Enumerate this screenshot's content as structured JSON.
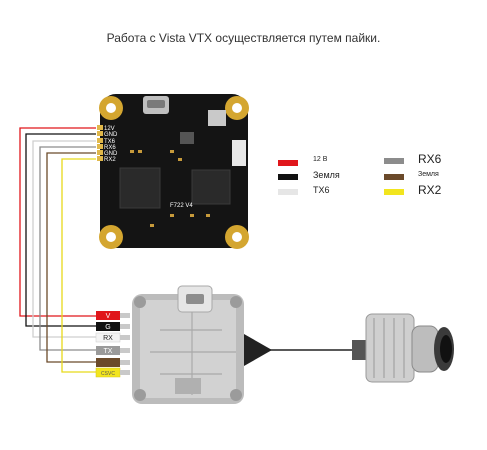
{
  "title": "Работа с Vista VTX осуществляется путем пайки.",
  "fc": {
    "model": "F722 V4",
    "pad_labels": [
      "12V",
      "GND",
      "TX6",
      "RX6",
      "GND",
      "RX2"
    ]
  },
  "vtx": {
    "pad_labels": [
      "V",
      "G",
      "RX",
      "TX",
      "CSVC"
    ]
  },
  "legend": [
    {
      "label": "12 В",
      "color": "#e0161b"
    },
    {
      "label": "Земля",
      "color": "#111111"
    },
    {
      "label": "TX6",
      "color": "#e6e6e6"
    },
    {
      "label": "RX6",
      "color": "#8c8c8c"
    },
    {
      "label": "Земля",
      "color": "#6b4a2a"
    },
    {
      "label": "RX2",
      "color": "#f2e51e"
    }
  ]
}
